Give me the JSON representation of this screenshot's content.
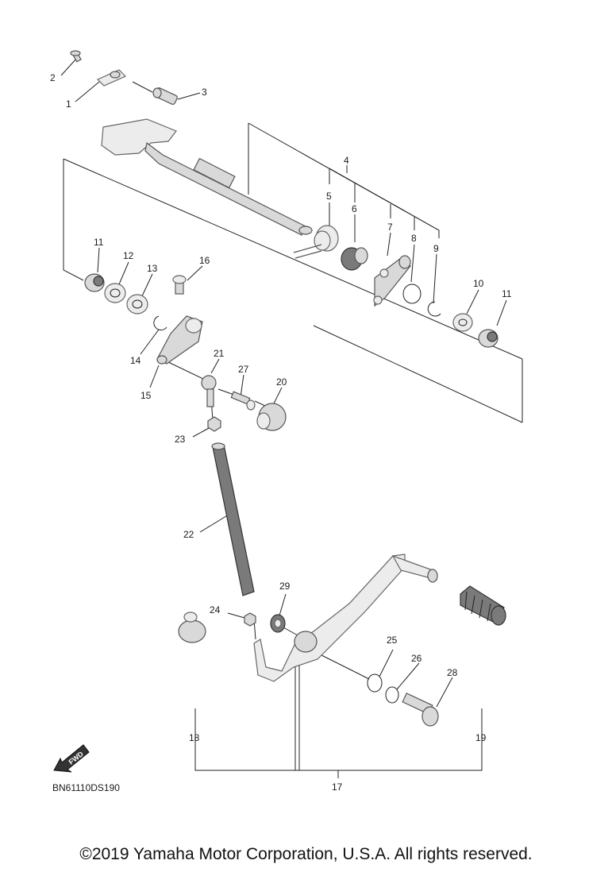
{
  "diagram_code": "BN61110DS190",
  "copyright": "©2019 Yamaha Motor Corporation, U.S.A. All rights reserved.",
  "fwd_label": "FWD",
  "parts": {
    "p1": "1",
    "p2": "2",
    "p3": "3",
    "p4": "4",
    "p5": "5",
    "p6": "6",
    "p7": "7",
    "p8": "8",
    "p9": "9",
    "p10": "10",
    "p11a": "11",
    "p11b": "11",
    "p12": "12",
    "p13": "13",
    "p14": "14",
    "p15": "15",
    "p16": "16",
    "p17": "17",
    "p18": "18",
    "p19": "19",
    "p20": "20",
    "p21": "21",
    "p22": "22",
    "p23": "23",
    "p24": "24",
    "p25": "25",
    "p26": "26",
    "p27": "27",
    "p28": "28",
    "p29": "29"
  }
}
